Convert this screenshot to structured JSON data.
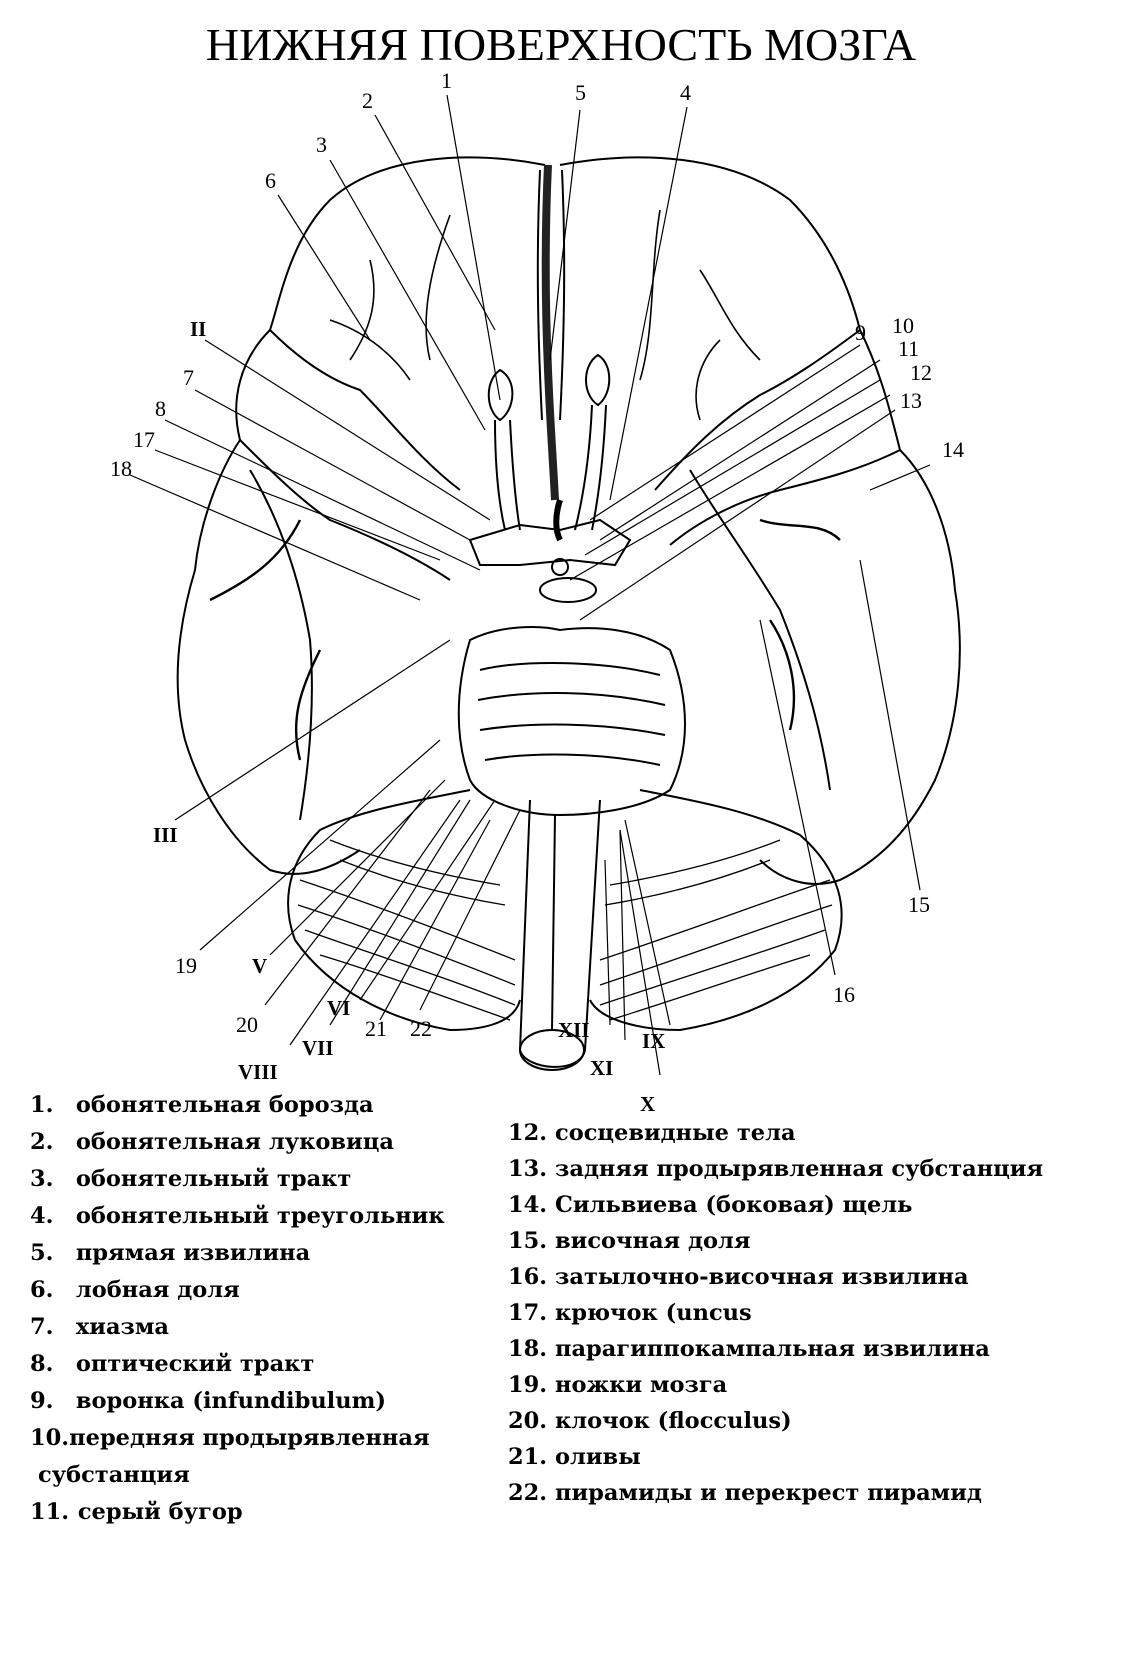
{
  "title": "НИЖНЯЯ ПОВЕРХНОСТЬ МОЗГА",
  "callouts": [
    {
      "id": "c1",
      "text": "1"
    },
    {
      "id": "c2",
      "text": "2"
    },
    {
      "id": "c3",
      "text": "3"
    },
    {
      "id": "c4",
      "text": "4"
    },
    {
      "id": "c5",
      "text": "5"
    },
    {
      "id": "c6",
      "text": "6"
    },
    {
      "id": "c7",
      "text": "7"
    },
    {
      "id": "c8",
      "text": "8"
    },
    {
      "id": "c9",
      "text": "9"
    },
    {
      "id": "c10",
      "text": "10"
    },
    {
      "id": "c11",
      "text": "11"
    },
    {
      "id": "c12",
      "text": "12"
    },
    {
      "id": "c13",
      "text": "13"
    },
    {
      "id": "c14",
      "text": "14"
    },
    {
      "id": "c15",
      "text": "15"
    },
    {
      "id": "c16",
      "text": "16"
    },
    {
      "id": "c17",
      "text": "17"
    },
    {
      "id": "c18",
      "text": "18"
    },
    {
      "id": "c19",
      "text": "19"
    },
    {
      "id": "c20",
      "text": "20"
    },
    {
      "id": "c21",
      "text": "21"
    },
    {
      "id": "c22",
      "text": "22"
    },
    {
      "id": "cII",
      "text": "II"
    },
    {
      "id": "cIII",
      "text": "III"
    },
    {
      "id": "cV",
      "text": "V"
    },
    {
      "id": "cVI",
      "text": "VI"
    },
    {
      "id": "cVII",
      "text": "VII"
    },
    {
      "id": "cVIII",
      "text": "VIII"
    },
    {
      "id": "cIX",
      "text": "IX"
    },
    {
      "id": "cX",
      "text": "X"
    },
    {
      "id": "cXI",
      "text": "XI"
    },
    {
      "id": "cXII",
      "text": "XII"
    }
  ],
  "legend_left": [
    {
      "num": "1.",
      "text": "обонятельная борозда"
    },
    {
      "num": "2.",
      "text": "обонятельная луковица"
    },
    {
      "num": "3.",
      "text": "обонятельный тракт"
    },
    {
      "num": "4.",
      "text": "обонятельный треугольник"
    },
    {
      "num": "5.",
      "text": "прямая извилина"
    },
    {
      "num": "6.",
      "text": "лобная доля"
    },
    {
      "num": "7.",
      "text": "хиазма"
    },
    {
      "num": "8.",
      "text": "оптический тракт"
    },
    {
      "num": "9.",
      "text": "воронка (infundibulum)"
    },
    {
      "num": "10.",
      "text": "передняя продырявленная"
    },
    {
      "num": "",
      "text": "субстанция"
    },
    {
      "num": "11.",
      "text": "серый бугор"
    }
  ],
  "legend_right": [
    {
      "num": "12.",
      "text": "сосцевидные тела"
    },
    {
      "num": "13.",
      "text": "задняя продырявленная субстанция"
    },
    {
      "num": "14.",
      "text": "Сильвиева (боковая) щель"
    },
    {
      "num": "15.",
      "text": "височная доля"
    },
    {
      "num": "16.",
      "text": "затылочно-височная извилина"
    },
    {
      "num": "17.",
      "text": "крючок (uncus"
    },
    {
      "num": "18.",
      "text": "парагиппокампальная извилина"
    },
    {
      "num": "19.",
      "text": "ножки мозга"
    },
    {
      "num": "20.",
      "text": "клочок (flocculus)"
    },
    {
      "num": "21.",
      "text": "оливы"
    },
    {
      "num": "22.",
      "text": "пирамиды и перекрест пирамид"
    }
  ]
}
